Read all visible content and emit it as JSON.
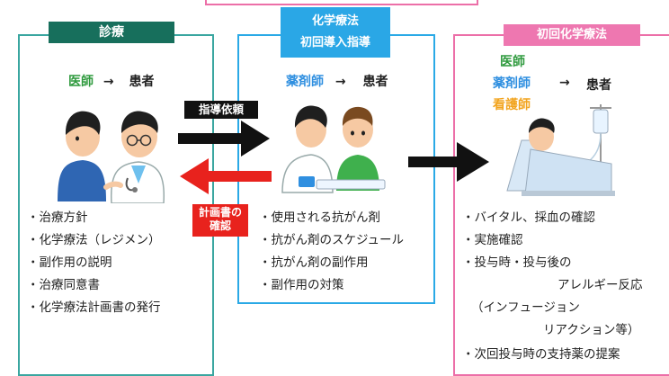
{
  "left_panel": {
    "title": "診療",
    "from_role": "医師",
    "arrow": "→",
    "to_role": "患者",
    "items": [
      "・治療方針",
      "・化学療法（レジメン）",
      "・副作用の説明",
      "・治療同意書",
      "・化学療法計画書の発行"
    ]
  },
  "middle_panel": {
    "title_line1": "化学療法",
    "title_line2": "初回導入指導",
    "from_role": "薬剤師",
    "arrow": "→",
    "to_role": "患者",
    "items": [
      "・使用される抗がん剤",
      "・抗がん剤のスケジュール",
      "・抗がん剤の副作用",
      "・副作用の対策"
    ]
  },
  "right_panel": {
    "title": "初回化学療法",
    "roles": [
      "医師",
      "薬剤師",
      "看護師"
    ],
    "arrow": "→",
    "to_role": "患者",
    "items": [
      "・バイタル、採血の確認",
      "・実施確認",
      "・投与時・投与後の",
      "アレルギー反応",
      "（インフュージョン",
      "リアクション等）",
      "・次回投与時の支持薬の提案"
    ]
  },
  "connectors": {
    "request_label": "指導依頼",
    "confirm_label_line1": "計画書の",
    "confirm_label_line2": "確認"
  },
  "colors": {
    "teal": "#176f5c",
    "blue": "#2aa7e6",
    "pink": "#ee77b0",
    "red": "#e8221d",
    "doctor_green": "#2f9a3e",
    "pharmacist_blue": "#2f8fe0",
    "nurse_orange": "#f2a41e"
  }
}
